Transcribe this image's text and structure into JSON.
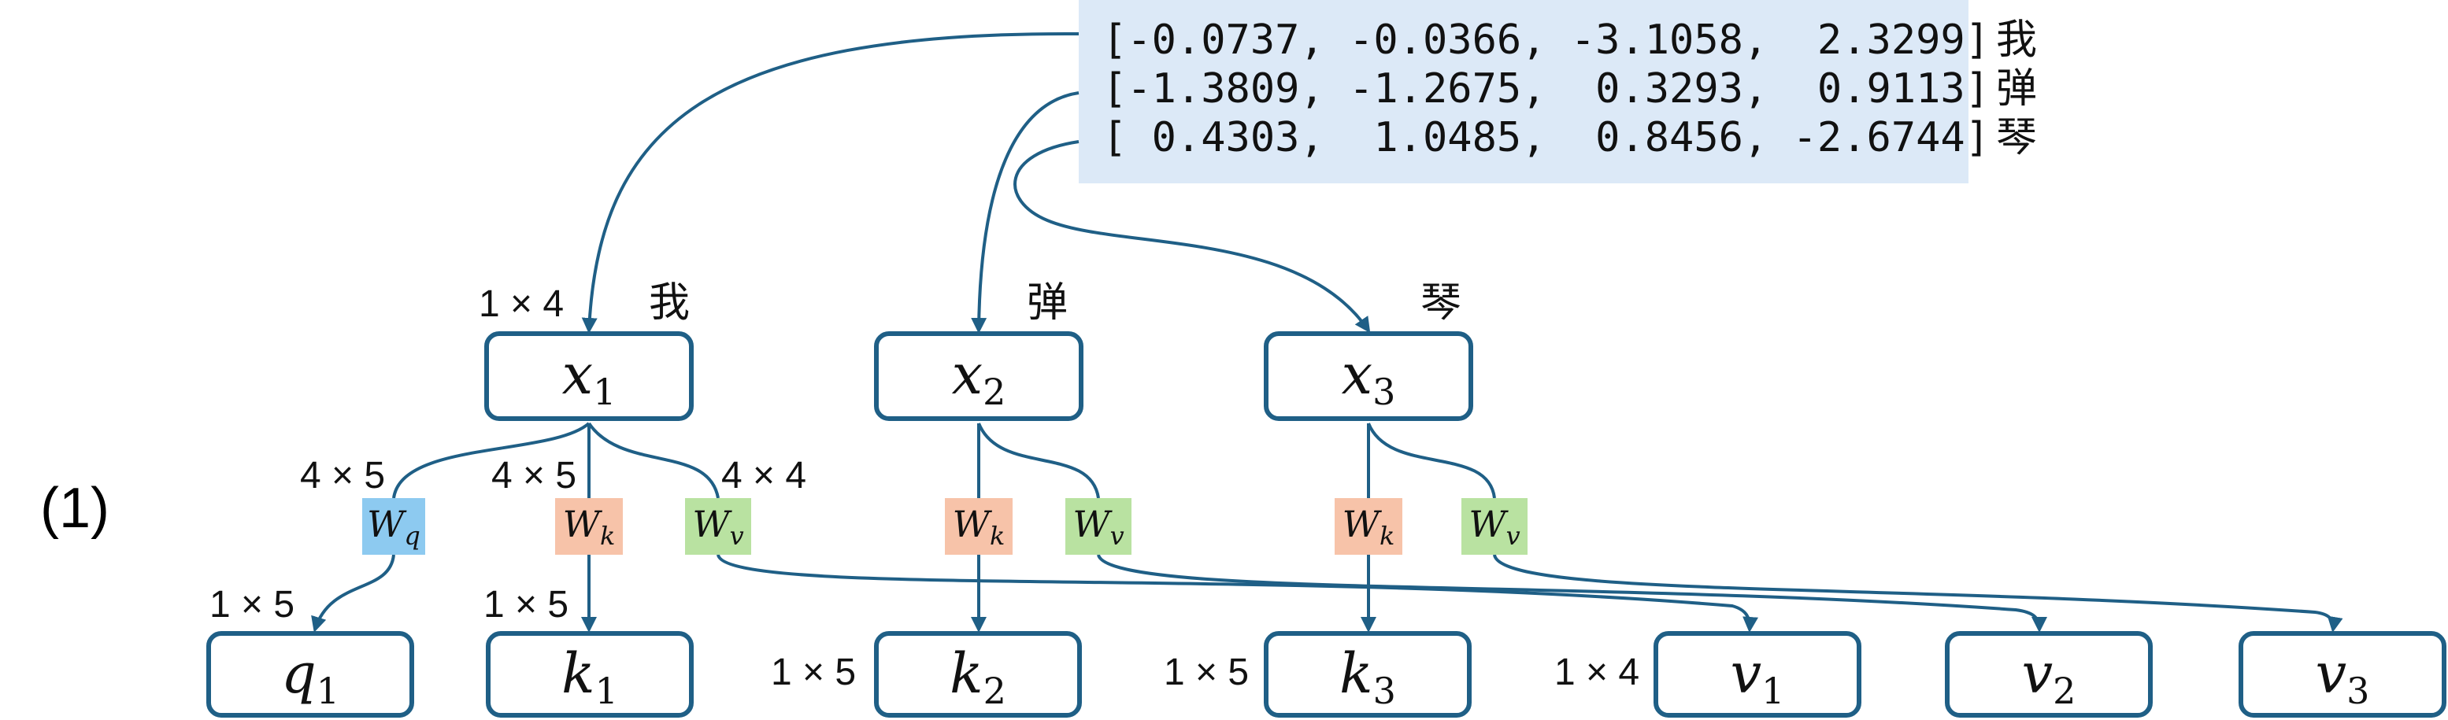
{
  "colors": {
    "stroke": "#1f5f86",
    "matrix_bg": "#dce9f7",
    "wq": "#8dcaf0",
    "wk": "#f7c3a9",
    "wv": "#b9e2a1"
  },
  "step_label": "(1)",
  "matrix": {
    "rows": [
      {
        "text": "[-0.0737, -0.0366, -3.1058,  2.3299]",
        "char": "我"
      },
      {
        "text": "[-1.3809, -1.2675,  0.3293,  0.9113]",
        "char": "弹"
      },
      {
        "text": "[ 0.4303,  1.0485,  0.8456, -2.6744]",
        "char": "琴"
      }
    ]
  },
  "inputs": [
    {
      "var": "x",
      "sub": "1",
      "char": "我",
      "dim": "1 × 4"
    },
    {
      "var": "x",
      "sub": "2",
      "char": "弹",
      "dim": ""
    },
    {
      "var": "x",
      "sub": "3",
      "char": "琴",
      "dim": ""
    }
  ],
  "weights": [
    {
      "var": "W",
      "sub": "q",
      "dim": "4 × 5"
    },
    {
      "var": "W",
      "sub": "k",
      "dim": "4 × 5"
    },
    {
      "var": "W",
      "sub": "v",
      "dim": "4 × 4"
    },
    {
      "var": "W",
      "sub": "k",
      "dim": ""
    },
    {
      "var": "W",
      "sub": "v",
      "dim": ""
    },
    {
      "var": "W",
      "sub": "k",
      "dim": ""
    },
    {
      "var": "W",
      "sub": "v",
      "dim": ""
    }
  ],
  "outputs": [
    {
      "var": "q",
      "sub": "1",
      "dim": "1 × 5"
    },
    {
      "var": "k",
      "sub": "1",
      "dim": "1 × 5"
    },
    {
      "var": "k",
      "sub": "2",
      "dim": "1 × 5"
    },
    {
      "var": "k",
      "sub": "3",
      "dim": "1 × 5"
    },
    {
      "var": "v",
      "sub": "1",
      "dim": "1 × 4"
    },
    {
      "var": "v",
      "sub": "2",
      "dim": ""
    },
    {
      "var": "v",
      "sub": "3",
      "dim": ""
    }
  ]
}
